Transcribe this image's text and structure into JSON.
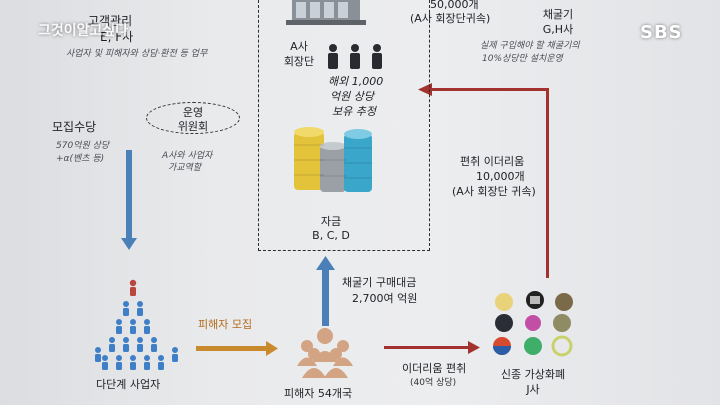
{
  "overlay": {
    "watermark": "그것이알고싶다",
    "broadcaster": "SBS"
  },
  "left": {
    "customer_mgmt": "고객관리",
    "customer_mgmt_target": "E, F사",
    "customer_mgmt_desc": "사업자 및 피해자와 상담·환전 등 업무",
    "recruit_fee": "모집수당",
    "recruit_fee_desc1": "570억원 상당",
    "recruit_fee_desc2": "+α(벤츠 등)",
    "committee": "운영\n위원회",
    "committee_line1": "운영",
    "committee_line2": "위원회",
    "committee_desc1": "A사와 사업자",
    "committee_desc2": "가교역할",
    "multilevel": "다단계 사업자",
    "recruit_victims": "피해자 모집"
  },
  "center": {
    "chairman1": "A사",
    "chairman2": "회장단",
    "holdings1": "해외 1,000",
    "holdings2": "억원 상당",
    "holdings3": "보유 추정",
    "funds1": "자금",
    "funds2": "B, C, D",
    "purchase1": "채굴기 구매대금",
    "purchase2": "2,700여 억원",
    "victims": "피해자 54개국"
  },
  "right": {
    "top_partial": "50,000개",
    "top_attr": "(A사 회장단귀속)",
    "miner1": "채굴기",
    "miner2": "G,H사",
    "miner_desc1": "실제 구입해야 할 채굴기의",
    "miner_desc2": "10%상당만 설치운영",
    "embezzle1": "편취 이더리움",
    "embezzle2": "10,000개",
    "embezzle3": "(A사 회장단 귀속)",
    "eth_fraud1": "이더리움 편취",
    "eth_fraud2": "(40억 상당)",
    "newcoin1": "신종 가상화폐",
    "newcoin2": "J사"
  },
  "colors": {
    "arrow_blue": "#4a7fb8",
    "arrow_red": "#a3322e",
    "arrow_orange": "#c98a2e",
    "people_blue": "#3f7fc7",
    "people_tan": "#d2a483"
  }
}
